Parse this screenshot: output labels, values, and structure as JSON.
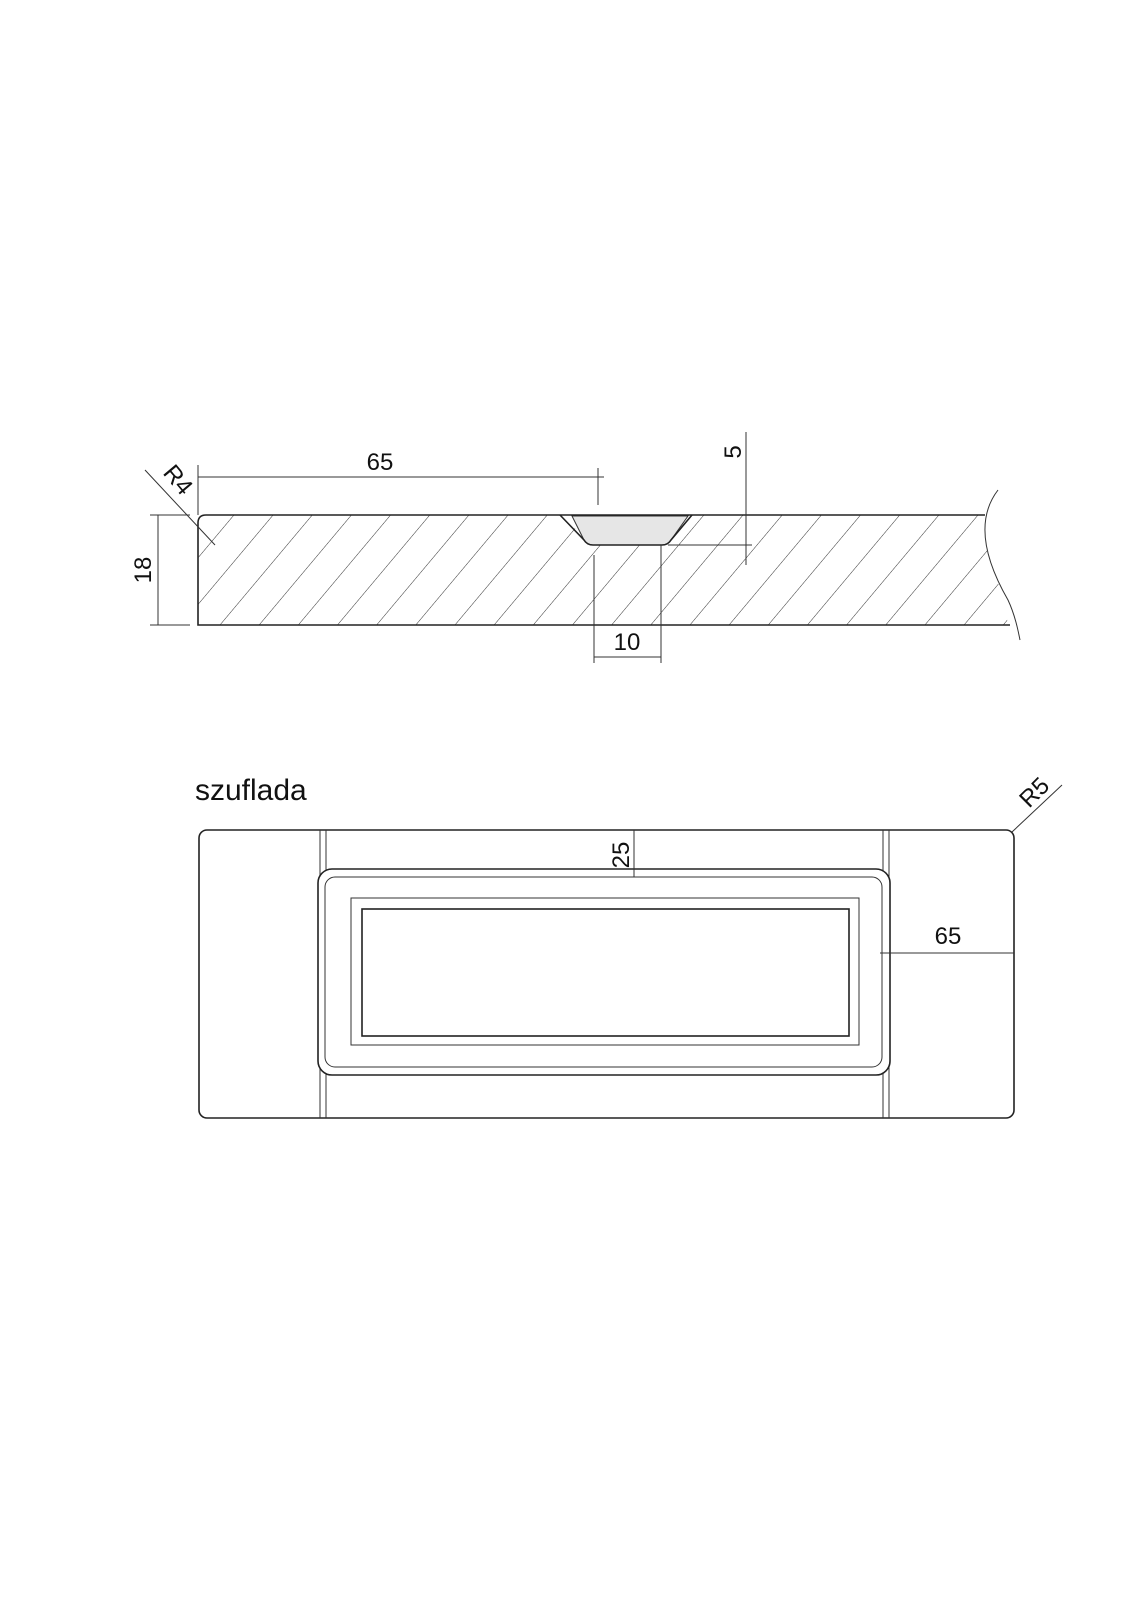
{
  "section_view": {
    "dimensions": {
      "radius": "R4",
      "groove_offset": "65",
      "groove_depth": "5",
      "thickness": "18",
      "groove_width": "10"
    }
  },
  "front_view": {
    "title": "szuflada",
    "dimensions": {
      "radius": "R5",
      "handle_offset_top": "25",
      "side_width": "65"
    }
  },
  "colors": {
    "line": "#222222",
    "groove_fill": "#e6e6e6"
  }
}
